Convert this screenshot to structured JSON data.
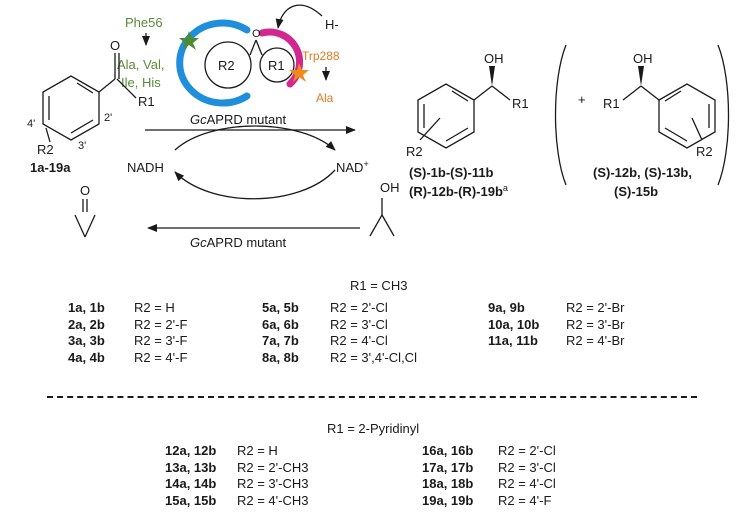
{
  "enzyme": {
    "pos1": "Phe56",
    "mut1": [
      "Ala, Val,",
      "Ile, His"
    ],
    "pos2": "Trp288",
    "mut2": "Ala",
    "r2": "R2",
    "r1": "R1",
    "hydride": "H-",
    "color_blue": "#1f8fdc",
    "color_magenta": "#d4268f",
    "color_green": "#4e8a2f",
    "color_orange": "#f28a1b"
  },
  "substrate": {
    "label": "1a-19a",
    "r1": "R1",
    "r2": "R2",
    "pos2": "2'",
    "pos3": "3'",
    "pos4": "4'",
    "o": "O"
  },
  "reaction": {
    "catalyst": "GcAPRD mutant",
    "catalyst_italic": "Gc",
    "catalyst_rest": "APRD mutant",
    "cofactor_red": "NADH",
    "cofactor_ox": "NAD+",
    "oh": "OH",
    "o": "O"
  },
  "product_main": {
    "line1": "(S)-1b-(S)-11b",
    "line2": "(R)-12b-(R)-19b",
    "superscript": "a",
    "r1": "R1",
    "r2": "R2",
    "oh": "OH"
  },
  "product_alt": {
    "plus": "+",
    "line1": "(S)-12b, (S)-13b,",
    "line2": "(S)-15b",
    "r1": "R1",
    "r2": "R2",
    "oh": "OH"
  },
  "section1": {
    "header": "R1 = CH3",
    "col1": [
      {
        "cmp": "1a, 1b",
        "r2": "R2 = H"
      },
      {
        "cmp": "2a, 2b",
        "r2": "R2 = 2'-F"
      },
      {
        "cmp": "3a, 3b",
        "r2": "R2 = 3'-F"
      },
      {
        "cmp": "4a, 4b",
        "r2": "R2 = 4'-F"
      }
    ],
    "col2": [
      {
        "cmp": "5a, 5b",
        "r2": "R2 = 2'-Cl"
      },
      {
        "cmp": "6a, 6b",
        "r2": "R2 = 3'-Cl"
      },
      {
        "cmp": "7a, 7b",
        "r2": "R2 = 4'-Cl"
      },
      {
        "cmp": "8a, 8b",
        "r2": "R2 = 3',4'-Cl,Cl"
      }
    ],
    "col3": [
      {
        "cmp": "9a, 9b",
        "r2": "R2 = 2'-Br"
      },
      {
        "cmp": "10a, 10b",
        "r2": "R2 = 3'-Br"
      },
      {
        "cmp": "11a, 11b",
        "r2": "R2 = 4'-Br"
      }
    ]
  },
  "section2": {
    "header": "R1 = 2-Pyridinyl",
    "col1": [
      {
        "cmp": "12a, 12b",
        "r2": "R2 = H"
      },
      {
        "cmp": "13a, 13b",
        "r2": "R2 = 2'-CH3"
      },
      {
        "cmp": "14a, 14b",
        "r2": "R2 = 3'-CH3"
      },
      {
        "cmp": "15a, 15b",
        "r2": "R2 = 4'-CH3"
      }
    ],
    "col2": [
      {
        "cmp": "16a, 16b",
        "r2": "R2 = 2'-Cl"
      },
      {
        "cmp": "17a, 17b",
        "r2": "R2 = 3'-Cl"
      },
      {
        "cmp": "18a, 18b",
        "r2": "R2 = 4'-Cl"
      },
      {
        "cmp": "19a, 19b",
        "r2": "R2 = 4'-F"
      }
    ]
  }
}
